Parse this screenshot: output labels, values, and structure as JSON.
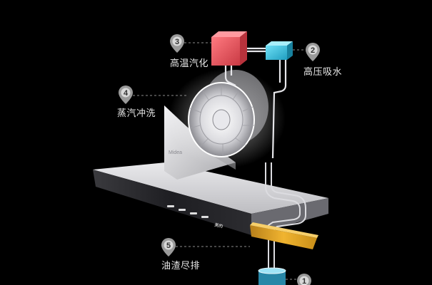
{
  "features": [
    {
      "number": "1",
      "label": ""
    },
    {
      "number": "2",
      "label": "高压吸水"
    },
    {
      "number": "3",
      "label": "高温汽化"
    },
    {
      "number": "4",
      "label": "蒸汽冲洗"
    },
    {
      "number": "5",
      "label": "油渣尽排"
    }
  ],
  "hood": {
    "brand_text": "Midea",
    "panel_text": "美的"
  },
  "colors": {
    "background": "#000000",
    "heater_box": "#e8505b",
    "pump_box": "#2bb8d8",
    "oil_tray": "#e0a020",
    "marker": "#9a9a9a"
  }
}
